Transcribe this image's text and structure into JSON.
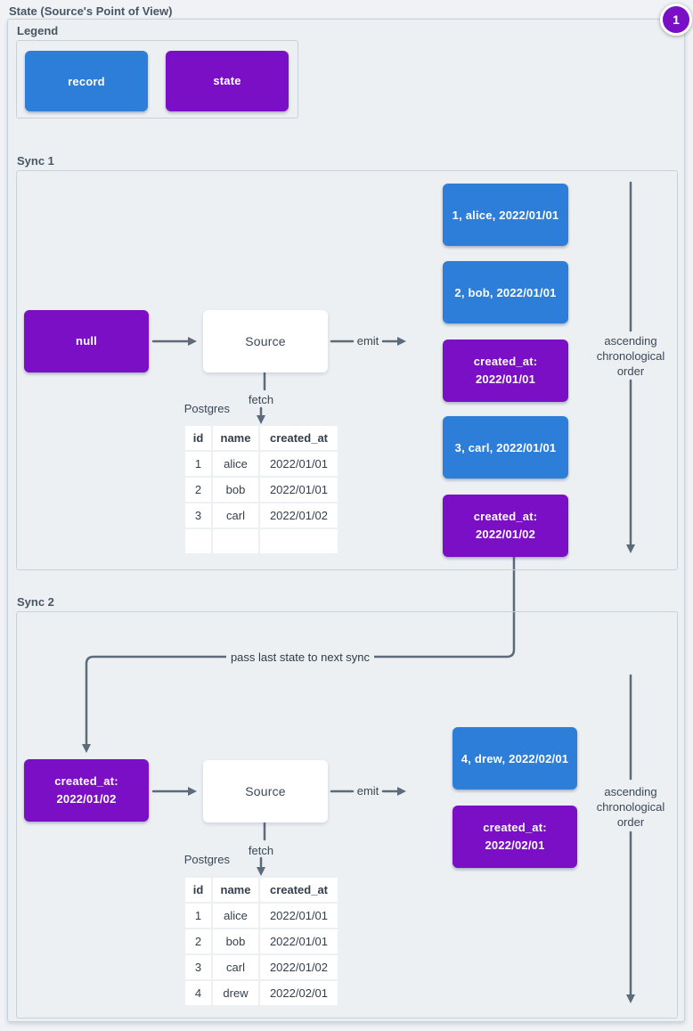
{
  "title": "State (Source's Point of View)",
  "badge_label": "1",
  "colors": {
    "record_blue": "#2D7ED8",
    "state_purple": "#7A0FC6",
    "arrow_gray": "#5C6B7A",
    "canvas": "#EDF0F3"
  },
  "legend": {
    "title": "Legend",
    "record_label": "record",
    "state_label": "state"
  },
  "connector_label": "pass last state to next sync",
  "sync1": {
    "title": "Sync 1",
    "input_state": "null",
    "source_label": "Source",
    "emit_label": "emit",
    "fetch_label": "fetch",
    "db_label": "Postgres",
    "order_label": "ascending\nchronological\norder",
    "table": {
      "headers": [
        "id",
        "name",
        "created_at"
      ],
      "rows": [
        [
          "1",
          "alice",
          "2022/01/01"
        ],
        [
          "2",
          "bob",
          "2022/01/01"
        ],
        [
          "3",
          "carl",
          "2022/01/02"
        ],
        [
          "",
          "",
          ""
        ]
      ]
    },
    "emitted": [
      {
        "type": "record",
        "label": "1, alice, 2022/01/01"
      },
      {
        "type": "record",
        "label": "2, bob, 2022/01/01"
      },
      {
        "type": "state",
        "label": "created_at:\n2022/01/01"
      },
      {
        "type": "record",
        "label": "3, carl, 2022/01/01"
      },
      {
        "type": "state",
        "label": "created_at:\n2022/01/02"
      }
    ]
  },
  "sync2": {
    "title": "Sync 2",
    "input_state": "created_at:\n2022/01/02",
    "source_label": "Source",
    "emit_label": "emit",
    "fetch_label": "fetch",
    "db_label": "Postgres",
    "order_label": "ascending\nchronological\norder",
    "table": {
      "headers": [
        "id",
        "name",
        "created_at"
      ],
      "rows": [
        [
          "1",
          "alice",
          "2022/01/01"
        ],
        [
          "2",
          "bob",
          "2022/01/01"
        ],
        [
          "3",
          "carl",
          "2022/01/02"
        ],
        [
          "4",
          "drew",
          "2022/02/01"
        ]
      ]
    },
    "emitted": [
      {
        "type": "record",
        "label": "4, drew, 2022/02/01"
      },
      {
        "type": "state",
        "label": "created_at:\n2022/02/01"
      }
    ]
  }
}
